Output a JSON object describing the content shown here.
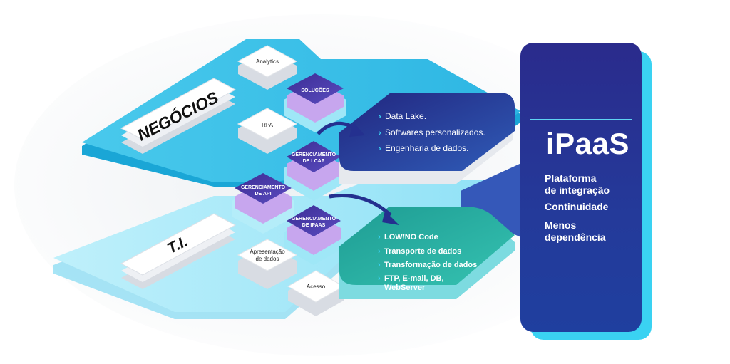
{
  "business": {
    "section_label": "NEGÓCIOS",
    "blocks": {
      "analytics": "Analytics",
      "solucoes": "SOLUÇÕES",
      "rpa": "RPA",
      "lcap": [
        "GERENCIAMENTO",
        "DE LCAP"
      ]
    },
    "outputs": [
      "Data Lake.",
      "Softwares personalizados.",
      "Engenharia de dados."
    ]
  },
  "it": {
    "section_label": "T.I.",
    "blocks": {
      "api": [
        "GERENCIAMENTO",
        "DE API"
      ],
      "ipaas": [
        "GERENCIAMENTO",
        "DE IPAAS"
      ],
      "apresentacao": [
        "Apresentação",
        "de dados"
      ],
      "acesso": "Acesso"
    },
    "outputs": [
      "LOW/NO Code",
      "Transporte de dados",
      "Transformação de dados",
      "FTP, E-mail, DB,\nWebServer"
    ]
  },
  "ipaas_panel": {
    "title": "iPaaS",
    "items": [
      "Plataforma\nde integração",
      "Continuidade",
      "Menos\ndependência"
    ]
  },
  "colors": {
    "platform_light": "#7fe0f5",
    "platform_mid": "#3ec8ec",
    "navy": "#24308f",
    "teal": "#27b3a8",
    "purple_block": "#4b3aa8",
    "accent_cyan": "#3ad2f2"
  }
}
